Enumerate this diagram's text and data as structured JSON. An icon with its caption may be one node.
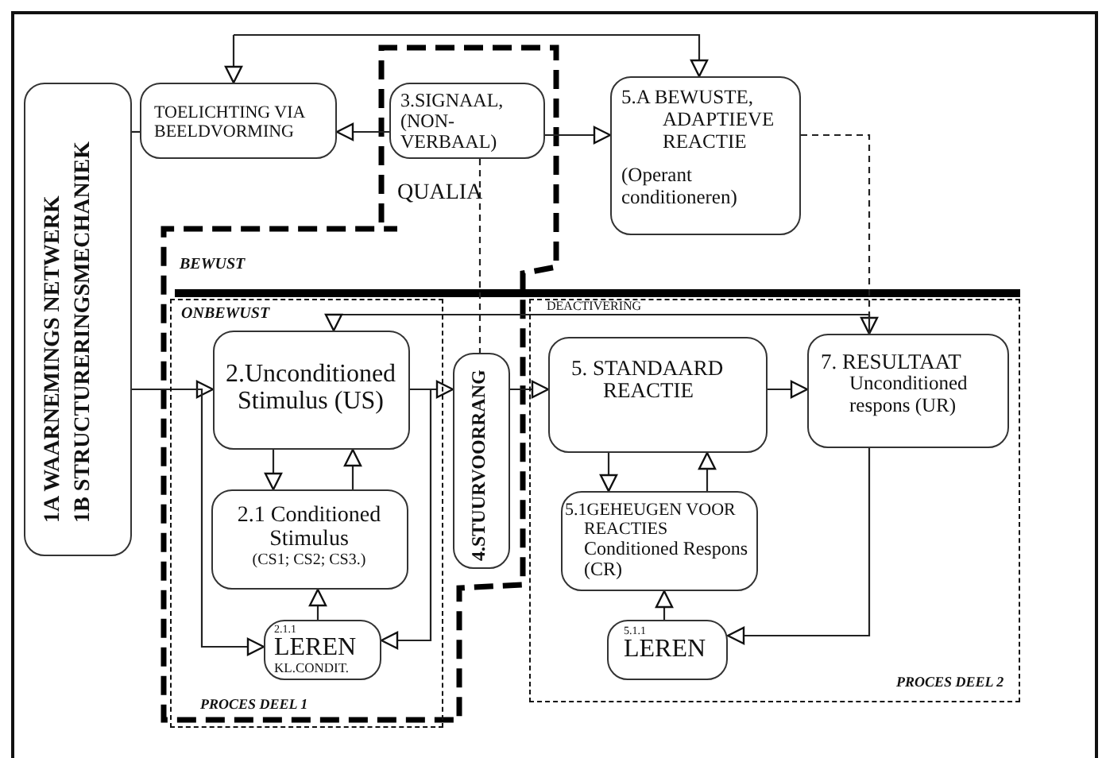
{
  "diagram": {
    "nodes": [
      {
        "text": [
          "1A WAARNEMINGS NETWERK",
          "1B STRUCTURERINGSMECHANIEK"
        ]
      },
      {
        "text": [
          "TOELICHTING VIA BEELDVORMING"
        ]
      },
      {
        "text": [
          "3.SIGNAAL, (NON-VERBAAL)"
        ]
      },
      {
        "text": [
          "5.A BEWUSTE, ADAPTIEVE REACTIE",
          "(Operant conditioneren)"
        ]
      },
      {
        "text": [
          "PROCES DEEL 1"
        ]
      },
      {
        "text": [
          "2.Unconditioned Stimulus (US)"
        ],
        "in": 4
      },
      {
        "text": [
          "2.1 Conditioned Stimulus",
          "(CS1; CS2; CS3.)"
        ],
        "in": 4
      },
      {
        "text": [
          "2.1.1",
          "LEREN",
          "KL.CONDIT."
        ],
        "in": 4
      },
      {
        "text": [
          "4.STUURVOORRANG"
        ]
      },
      {
        "text": [
          "PROCES DEEL 2"
        ]
      },
      {
        "text": [
          "5. STANDAARD REACTIE"
        ],
        "in": 9
      },
      {
        "text": [
          "7. RESULTAAT",
          "Unconditioned respons (UR)"
        ],
        "in": 9
      },
      {
        "text": [
          "5.1GEHEUGEN VOOR REACTIES",
          "Conditioned Respons (CR)"
        ],
        "in": 9
      },
      {
        "text": [
          "5.1.1",
          "LEREN"
        ],
        "in": 9
      }
    ],
    "edges": [
      {
        "from": null,
        "to": 1,
        "arrow": "to"
      },
      {
        "from": 2,
        "to": 1,
        "arrow": "to"
      },
      {
        "from": 2,
        "to": 3,
        "arrow": "to"
      },
      {
        "from": null,
        "to": 3,
        "arrow": "to"
      },
      {
        "from": 0,
        "to": 1,
        "arrow": "none"
      },
      {
        "from": 3,
        "to": 11,
        "arrow": "to",
        "style": "dashed"
      },
      {
        "from": 2,
        "to": 8,
        "arrow": "none",
        "style": "dashed"
      },
      {
        "from": 11,
        "to": 5,
        "arrow": "to",
        "label": "DEACTIVERING"
      },
      {
        "from": 0,
        "to": 5,
        "arrow": "to"
      },
      {
        "from": 0,
        "to": 7,
        "arrow": "to"
      },
      {
        "from": 5,
        "to": 6,
        "arrow": "to"
      },
      {
        "from": 6,
        "to": 5,
        "arrow": "to"
      },
      {
        "from": 7,
        "to": 6,
        "arrow": "to"
      },
      {
        "from": 5,
        "to": 8,
        "arrow": "to"
      },
      {
        "from": 5,
        "to": 7,
        "arrow": "to"
      },
      {
        "from": 8,
        "to": 10,
        "arrow": "to"
      },
      {
        "from": 10,
        "to": 11,
        "arrow": "to"
      },
      {
        "from": 10,
        "to": 12,
        "arrow": "to"
      },
      {
        "from": 12,
        "to": 10,
        "arrow": "to"
      },
      {
        "from": 13,
        "to": 12,
        "arrow": "to"
      },
      {
        "from": 11,
        "to": 13,
        "arrow": "to"
      }
    ],
    "labels": [
      "QUALIA",
      "BEWUST",
      "ONBEWUST"
    ]
  }
}
